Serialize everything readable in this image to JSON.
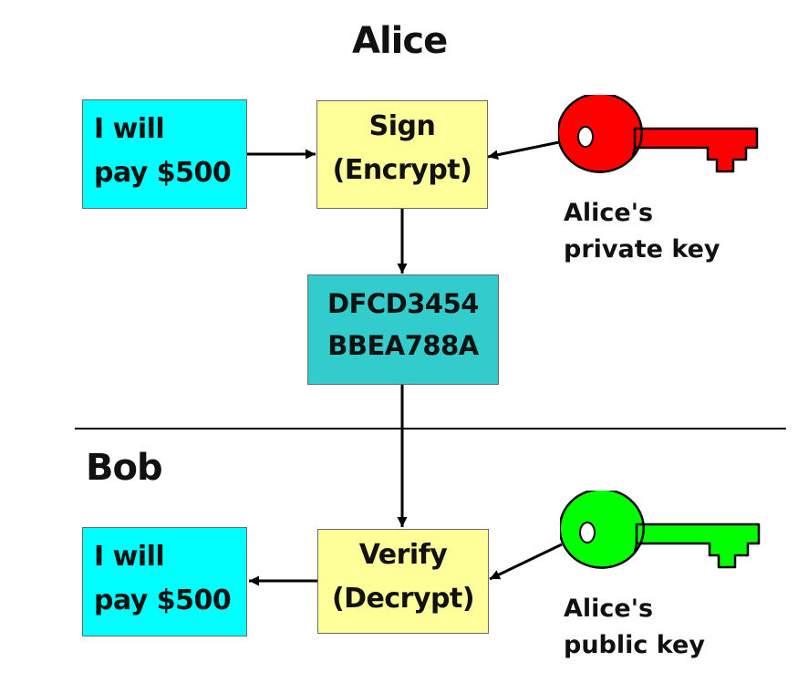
{
  "parties": {
    "top": "Alice",
    "bottom": "Bob"
  },
  "alice": {
    "message": [
      "I will",
      "pay $500"
    ],
    "operation": [
      "Sign",
      "(Encrypt)"
    ],
    "key_label": [
      "Alice's",
      "private key"
    ],
    "key_color": "#ff0000"
  },
  "signature": [
    "DFCD3454",
    "BBEA788A"
  ],
  "bob": {
    "message": [
      "I will",
      "pay $500"
    ],
    "operation": [
      "Verify",
      "(Decrypt)"
    ],
    "key_label": [
      "Alice's",
      "public key"
    ],
    "key_color": "#00ff00"
  },
  "colors": {
    "message_box": "#00ffff",
    "operation_box": "#ffff99",
    "signature_box": "#33cccc"
  },
  "icons": {
    "private_key": "red-key-icon",
    "public_key": "green-key-icon"
  }
}
